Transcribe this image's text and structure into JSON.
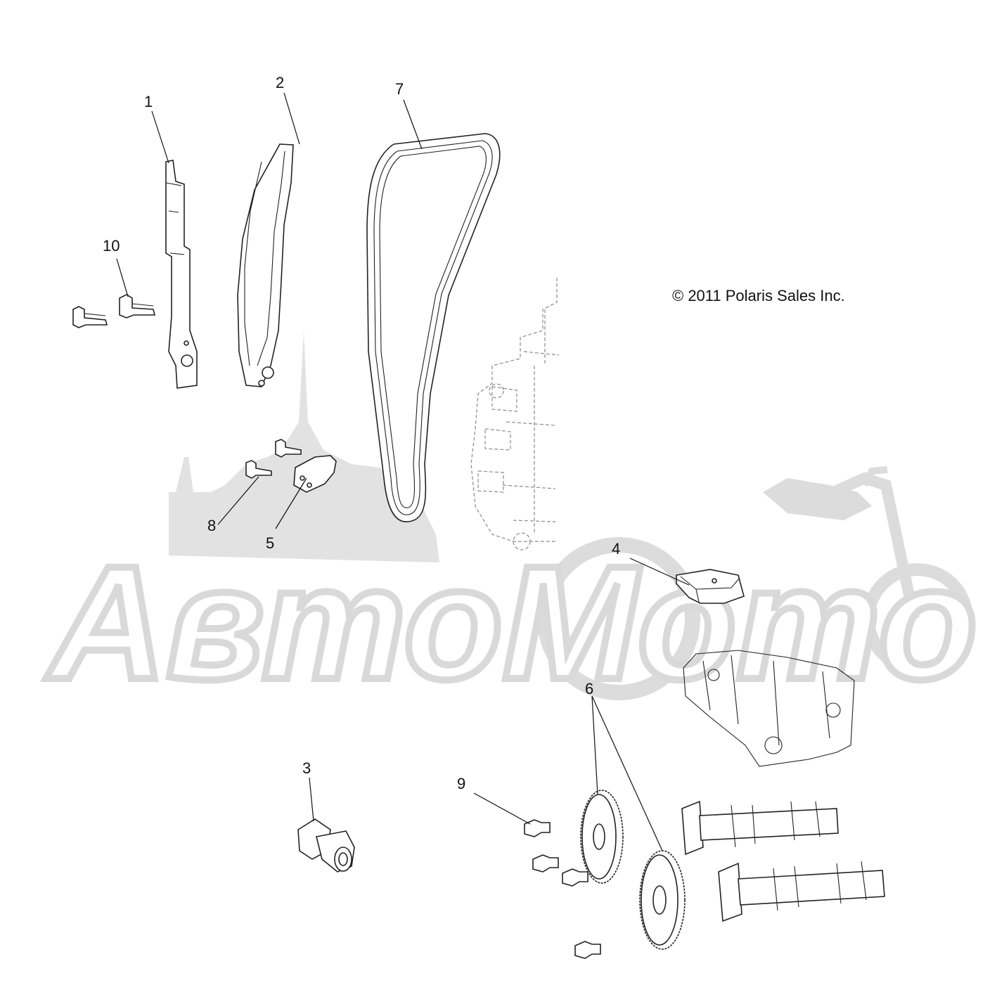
{
  "copyright": "© 2011 Polaris Sales Inc.",
  "watermark": {
    "brand": "АвтоМото"
  },
  "callouts": [
    {
      "id": "1",
      "label": "1"
    },
    {
      "id": "2",
      "label": "2"
    },
    {
      "id": "3",
      "label": "3"
    },
    {
      "id": "4",
      "label": "4"
    },
    {
      "id": "5",
      "label": "5"
    },
    {
      "id": "6",
      "label": "6"
    },
    {
      "id": "7",
      "label": "7"
    },
    {
      "id": "8",
      "label": "8"
    },
    {
      "id": "9",
      "label": "9"
    },
    {
      "id": "10",
      "label": "10"
    }
  ],
  "colors": {
    "line": "#222222",
    "watermark": "#d9d9d9",
    "background": "#ffffff"
  }
}
